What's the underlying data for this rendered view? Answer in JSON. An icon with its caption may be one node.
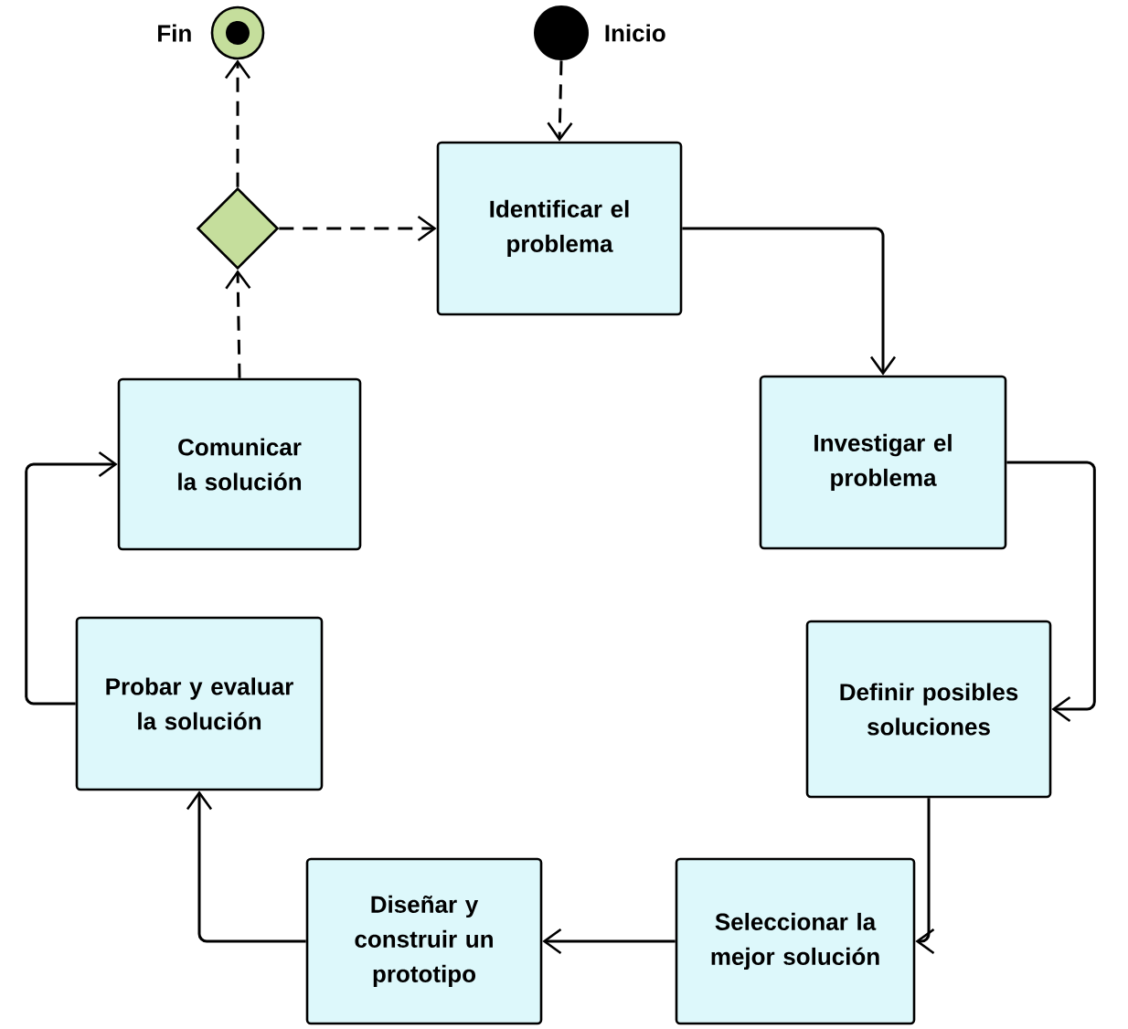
{
  "diagram": {
    "nodes": [
      {
        "text": [],
        "shape": "circle",
        "beside": [
          "Fin"
        ]
      },
      {
        "text": [],
        "shape": "circle",
        "beside": [
          "Inicio"
        ]
      },
      {
        "text": [],
        "shape": "diamond"
      },
      {
        "text": [
          "Identificar el problema"
        ]
      },
      {
        "text": [
          "Comunicar la solución"
        ]
      },
      {
        "text": [
          "Investigar el problema"
        ]
      },
      {
        "text": [
          "Probar y evaluar la solución"
        ]
      },
      {
        "text": [
          "Definir posibles soluciones"
        ]
      },
      {
        "text": [
          "Diseñar y construir un prototipo"
        ]
      },
      {
        "text": [
          "Seleccionar la mejor solución"
        ]
      }
    ],
    "edges": [
      {
        "from": 1,
        "to": 3,
        "arrow": "to",
        "style": "dashed"
      },
      {
        "from": 3,
        "to": 5,
        "arrow": "to"
      },
      {
        "from": 5,
        "to": 7,
        "arrow": "to"
      },
      {
        "from": 7,
        "to": 9,
        "arrow": "to"
      },
      {
        "from": 9,
        "to": 8,
        "arrow": "to"
      },
      {
        "from": 8,
        "to": 6,
        "arrow": "to"
      },
      {
        "from": 6,
        "to": 4,
        "arrow": "to"
      },
      {
        "from": 4,
        "to": 2,
        "arrow": "to",
        "style": "dashed"
      },
      {
        "from": 2,
        "to": 3,
        "arrow": "to",
        "style": "dashed"
      },
      {
        "from": 2,
        "to": 0,
        "arrow": "to",
        "style": "dashed"
      }
    ]
  }
}
